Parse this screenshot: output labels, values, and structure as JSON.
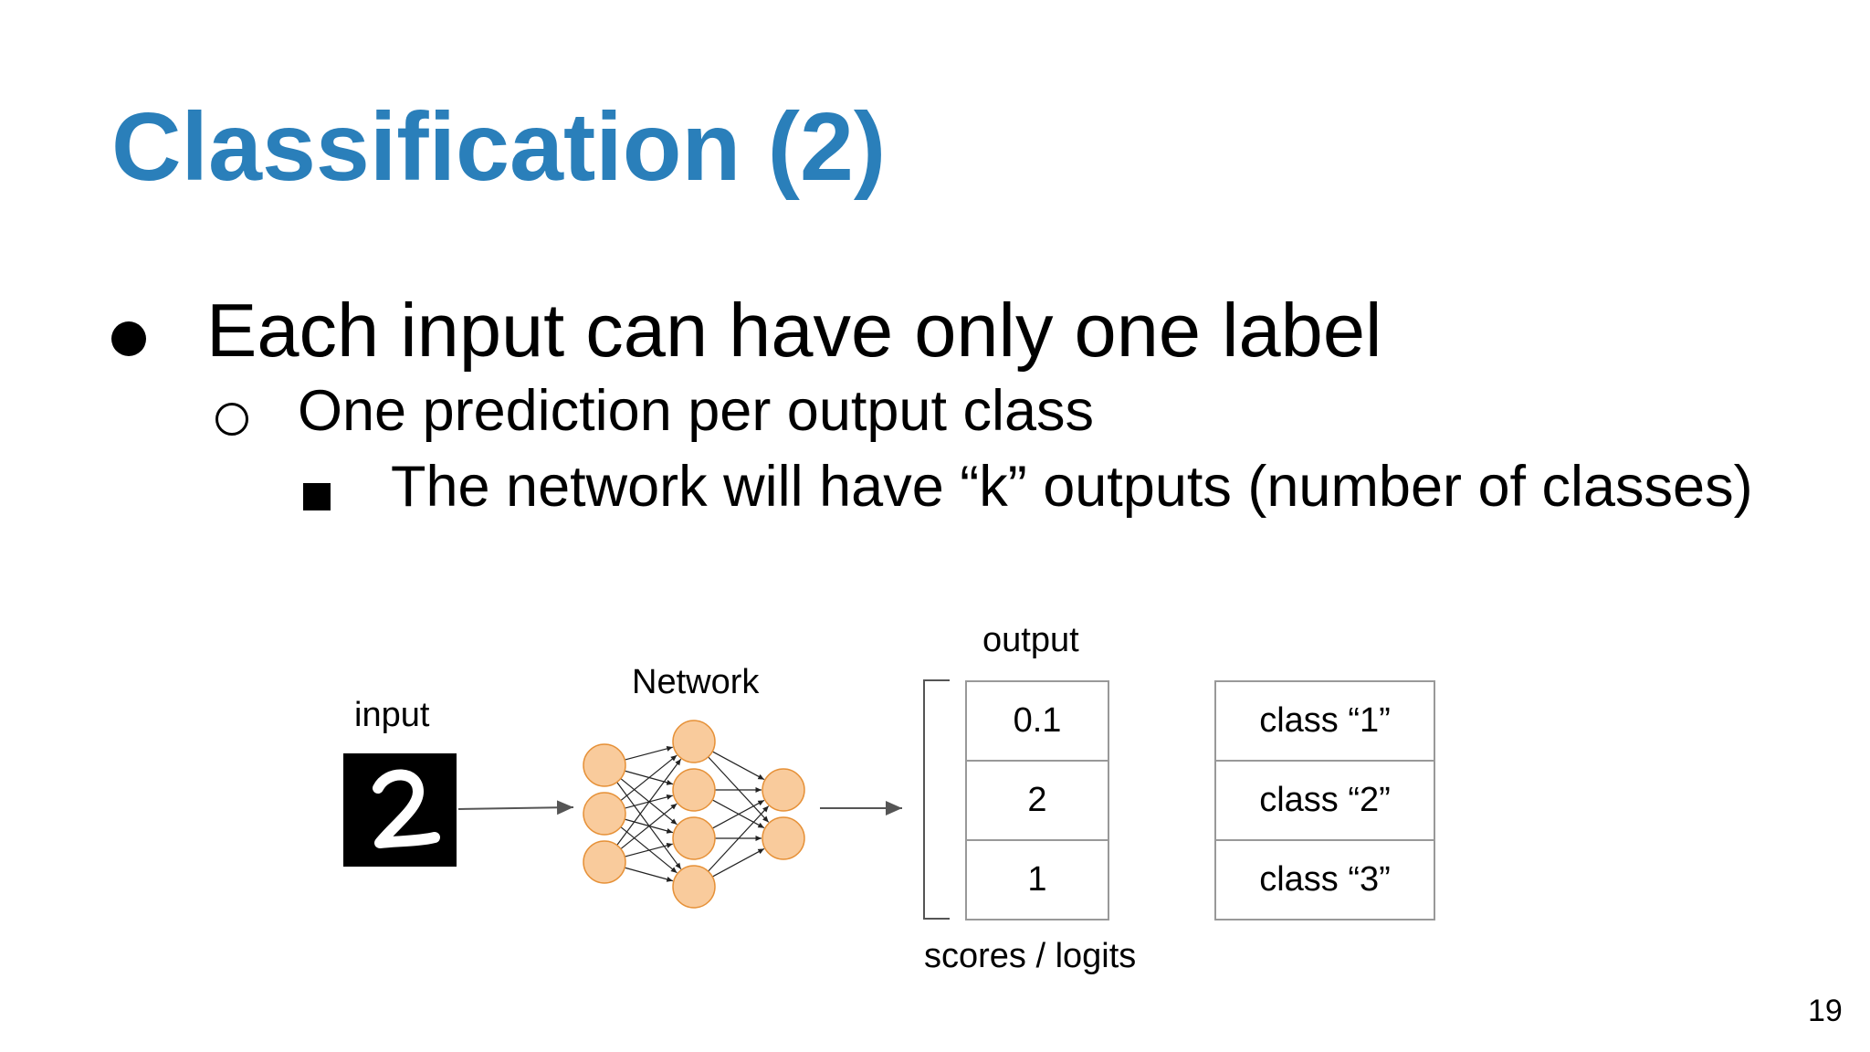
{
  "slide": {
    "title": "Classification (2)",
    "bullets": {
      "level1": "Each input can have only one label",
      "level2": "One prediction per output class",
      "level3": "The network will have “k” outputs (number of classes)"
    },
    "page_number": "19"
  },
  "diagram": {
    "input_label": "input",
    "network_label": "Network",
    "output_label": "output",
    "scores_label": "scores / logits",
    "output_values": [
      "0.1",
      "2",
      "1"
    ],
    "class_labels": [
      "class “1”",
      "class “2”",
      "class “3”"
    ],
    "node_color": "#f9cb9c",
    "node_stroke": "#e69138"
  }
}
